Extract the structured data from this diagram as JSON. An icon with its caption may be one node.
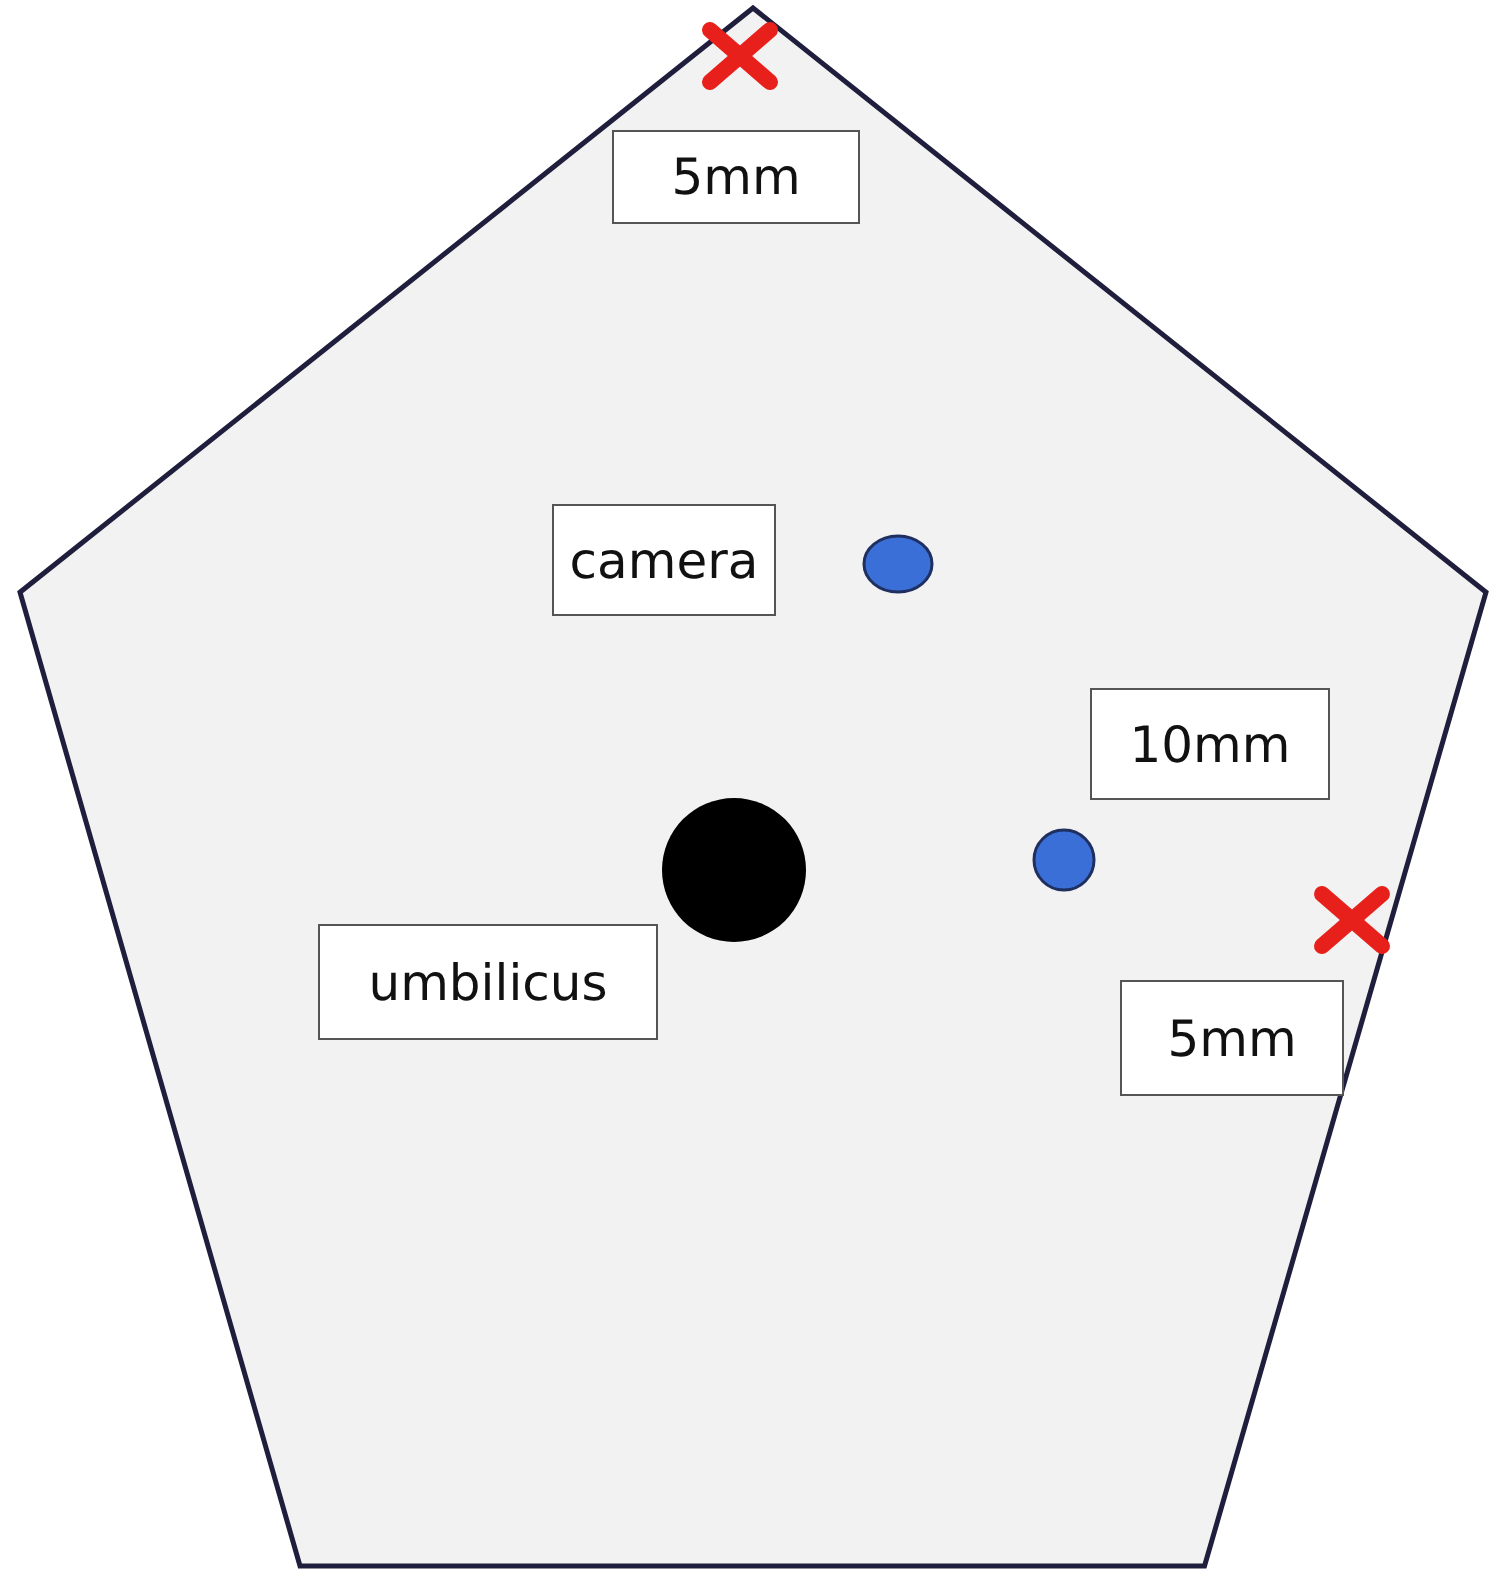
{
  "diagram": {
    "nodes": [
      {
        "text": [],
        "shape": "pentagon"
      },
      {
        "text": [
          "5mm"
        ],
        "in": 0
      },
      {
        "text": [
          "camera"
        ],
        "in": 0
      },
      {
        "text": [],
        "shape": "circle",
        "in": 0
      },
      {
        "text": [
          "10mm"
        ],
        "in": 0
      },
      {
        "text": [],
        "shape": "circle",
        "in": 0
      },
      {
        "text": [],
        "shape": "circle",
        "in": 0
      },
      {
        "text": [
          "umbilicus"
        ],
        "in": 0
      },
      {
        "text": [
          "5mm"
        ],
        "in": 0
      }
    ],
    "edges": []
  }
}
